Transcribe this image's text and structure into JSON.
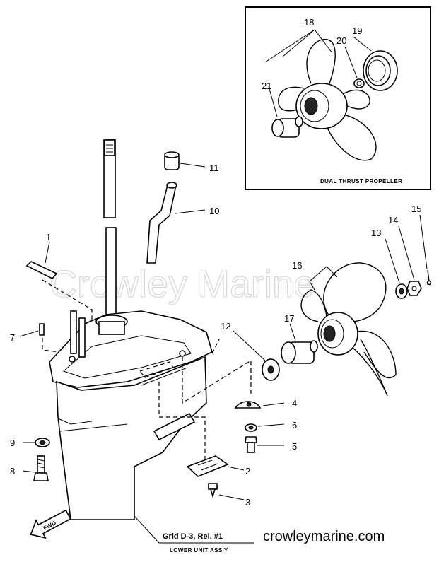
{
  "inset": {
    "label": "DUAL THRUST PROPELLER",
    "callouts": [
      "18",
      "19",
      "20",
      "21"
    ]
  },
  "callouts": {
    "c1": "1",
    "c2": "2",
    "c3": "3",
    "c4": "4",
    "c5": "5",
    "c6": "6",
    "c7": "7",
    "c8": "8",
    "c9": "9",
    "c10": "10",
    "c11": "11",
    "c12": "12",
    "c13": "13",
    "c14": "14",
    "c15": "15",
    "c16": "16",
    "c17": "17"
  },
  "caption": {
    "ref": "Grid D-3, Rel. #1",
    "name": "LOWER UNIT ASS'Y"
  },
  "fwd_label": "FWD",
  "watermark": "Crowley Marine",
  "site": "crowleymarine.com"
}
